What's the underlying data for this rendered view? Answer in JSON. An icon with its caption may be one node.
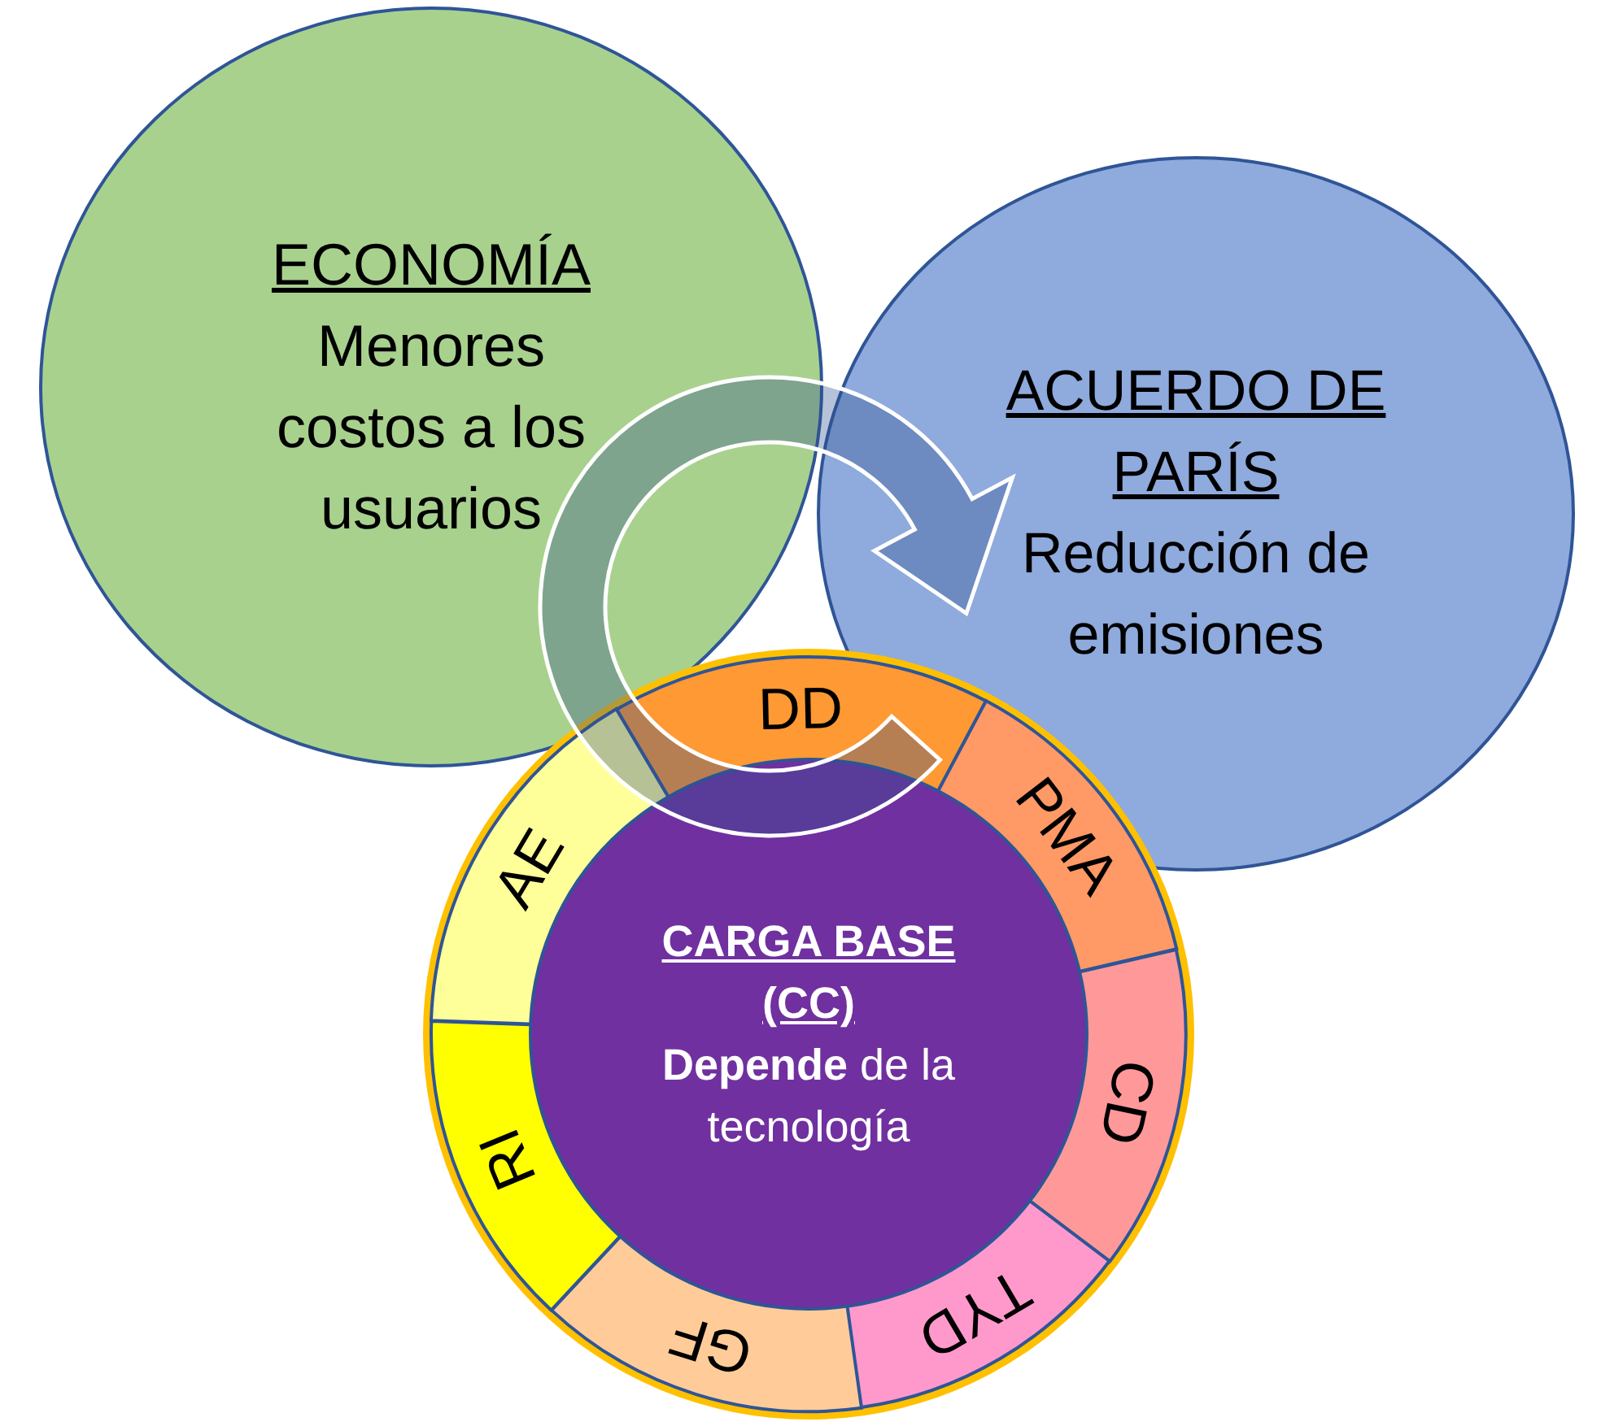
{
  "diagram": {
    "nodes": [
      {
        "text": [
          "ECONOMÍA",
          "Menores costos a los usuarios"
        ]
      },
      {
        "text": [
          "ACUERDO DE PARÍS",
          "Reducción de emisiones"
        ]
      },
      {
        "text": [
          "DD"
        ]
      },
      {
        "text": [
          "PMA"
        ]
      },
      {
        "text": [
          "CD"
        ]
      },
      {
        "text": [
          "TYD"
        ]
      },
      {
        "text": [
          "GF"
        ]
      },
      {
        "text": [
          "RI"
        ]
      },
      {
        "text": [
          "AE"
        ]
      },
      {
        "text": [
          "CARGA BASE (CC)",
          "**Depende** de la tecnología"
        ]
      }
    ],
    "edges": [
      {
        "from": 2,
        "to": 1,
        "arrow": "to"
      }
    ]
  }
}
